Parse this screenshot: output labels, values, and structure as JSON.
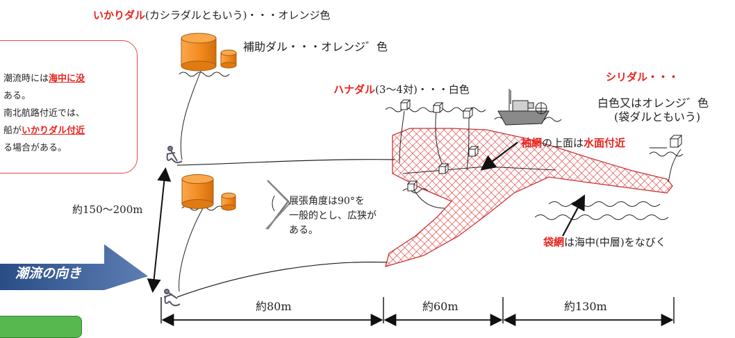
{
  "labels": {
    "main_buoy": "いかりダル",
    "main_buoy_note": "(カシラダルともいう)・・・オレンジ色",
    "aux_buoy": "補助ダル・・・オレンジ゛色",
    "hana_buoy": "ハナダル",
    "hana_note": "(3〜4対)・・・白色",
    "shiri_buoy": "シリダル・・・",
    "shiri_color": "白色又はオレンジ゛色",
    "shiri_alt": "(袋ダルともいう)",
    "sodeami": "袖網",
    "sodeami_suffix": "の上面は",
    "sodeami_surface": "水面付近",
    "fukuroami": "袋網",
    "fukuroami_suffix": "は海中(中層)をなびく",
    "angle_line1": "展張角度は90°を",
    "angle_line2": "一般的とし、広狭が",
    "angle_line3": "ある。",
    "width_label": "約150〜200m",
    "dist_1": "約80m",
    "dist_2": "約60m",
    "dist_3": "約130m",
    "tide_direction": "潮流の向き"
  },
  "callout": {
    "line1_prefix": "潮流時には",
    "line1_hl": "海中に没",
    "line2": "ある。",
    "line3": "南北航路付近では、",
    "line4_prefix": "船が",
    "line4_hl": "いかりダル付近",
    "line5": "る場合がある。"
  },
  "colors": {
    "buoy_orange": "#f28a1e",
    "net_red": "#e23b3b",
    "text_red": "#e8231d",
    "tide_blue": "#3d5f96",
    "callout_border": "#e24a43"
  }
}
